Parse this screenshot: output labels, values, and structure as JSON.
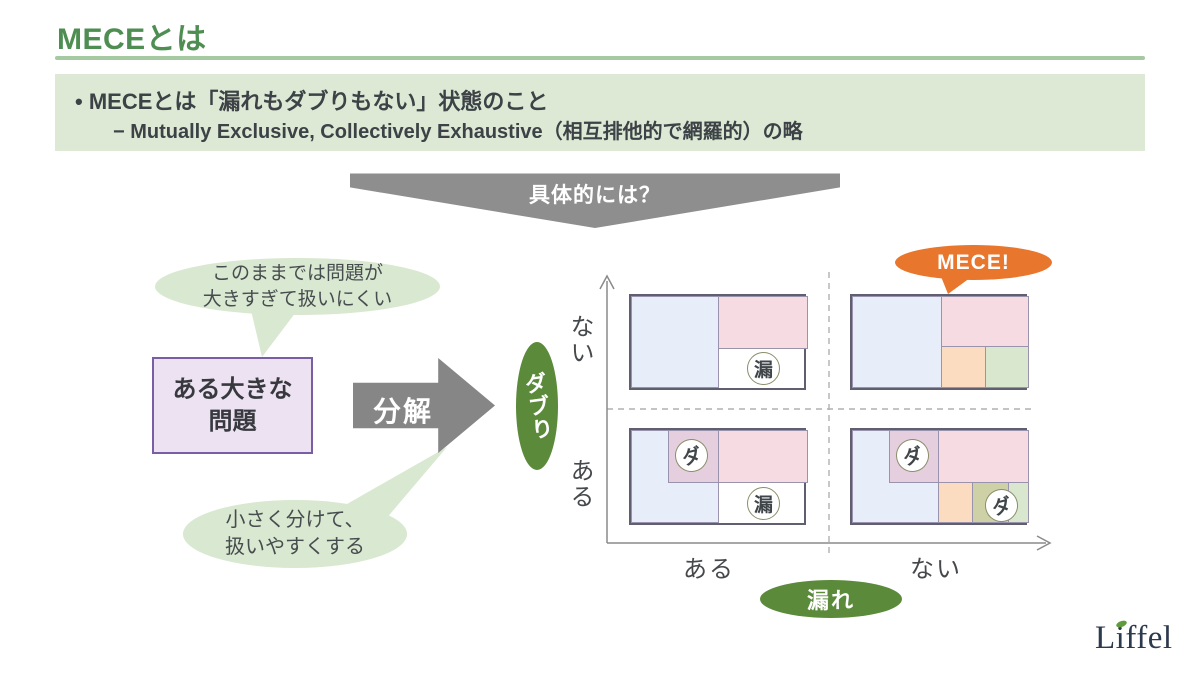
{
  "title": "MECEとは",
  "summary": {
    "line1": "• MECEとは「漏れもダブりもない」状態のこと",
    "line2": "− Mutually Exclusive, Collectively Exhaustive（相互排他的で網羅的）の略"
  },
  "chevron": {
    "label": "具体的には？"
  },
  "left_flow": {
    "bubble_top_line1": "このままでは問題が",
    "bubble_top_line2": "大きすぎて扱いにくい",
    "problem_line1": "ある大きな",
    "problem_line2": "問題",
    "arrow_label": "分解",
    "bubble_bottom_line1": "小さく分けて、",
    "bubble_bottom_line2": "扱いやすくする"
  },
  "matrix": {
    "y_axis_label": "ダブり",
    "y_top": "ない",
    "y_bottom": "ある",
    "x_axis_label": "漏れ",
    "x_left": "ある",
    "x_right": "ない",
    "mece_callout": "MECE!",
    "leak_badge": "漏",
    "dup_badge": "ダ"
  },
  "logo": {
    "text": "Liffel"
  },
  "colors": {
    "title_green": "#4e8e52",
    "underline_green": "#a5c9a1",
    "band_green": "#dde9d5",
    "bubble_green": "#d9e8d0",
    "pill_green": "#5a8a3a",
    "callout_orange": "#e8762c",
    "arrow_gray": "#8e8e8e",
    "purple_border": "#7a5ea3",
    "purple_fill": "#ece2f2",
    "cell_blue": "#e7eef9",
    "cell_pink": "#f7dbe2",
    "cell_orange": "#fbdcc1",
    "cell_green": "#d8e7ce",
    "overlap_mauve": "#e5cede",
    "overlap_olive": "#cdd1a5"
  }
}
